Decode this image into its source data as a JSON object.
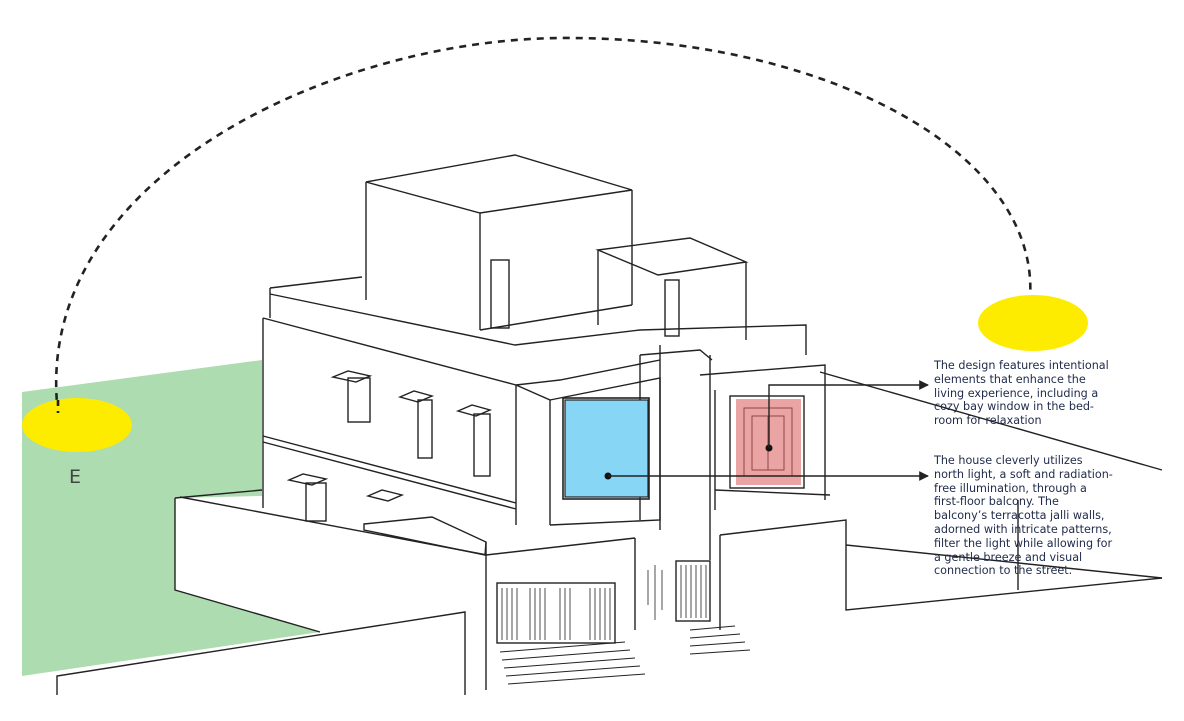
{
  "colors": {
    "ground": "#acdcb0",
    "sun": "#fdec00",
    "bay_window": "#88d6f5",
    "jalli_balcony": "#e89a9a",
    "lines": "#222222",
    "text": "#1f2a4a"
  },
  "sun_path": {
    "east_label": "E"
  },
  "annotations": [
    {
      "id": "bay-window-note",
      "text": "The design features intentional elements that enhance the living experience, including a cozy bay window in the bed-room for relaxation"
    },
    {
      "id": "north-light-note",
      "text": "The house cleverly utilizes north light, a soft and radiation-free illumination, through a first-floor balcony. The balcony’s terracotta jalli walls, adorned with intricate patterns, filter the light while allowing for a gentle breeze and visual connection to the street."
    }
  ]
}
